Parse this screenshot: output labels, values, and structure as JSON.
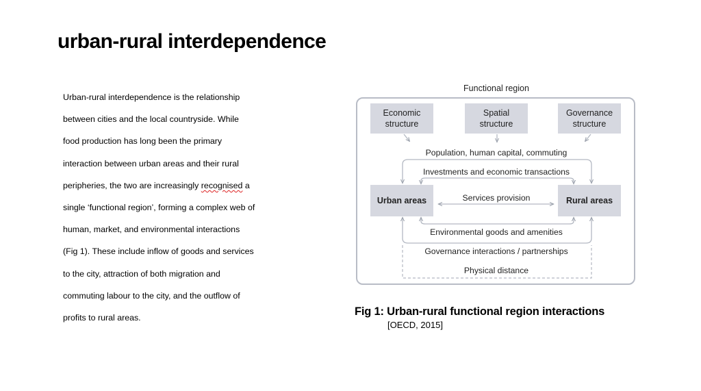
{
  "slide": {
    "title": "urban-rural interdependence",
    "body_lines": [
      "Urban-rural interdependence is the relationship",
      "between cities and the local countryside. While",
      "food production has long been the primary",
      "interaction between urban areas and their rural",
      "peripheries, the two are increasingly ",
      "recognised",
      " a",
      "single ‘functional region’, forming a complex web of",
      "human, market, and environmental interactions",
      "(Fig 1). These include inflow of goods and services",
      "to the city, attraction of both migration and",
      "commuting labour to the city, and the outflow of",
      "profits to rural areas."
    ]
  },
  "diagram": {
    "title": "Functional region",
    "top_boxes": [
      "Economic\nstructure",
      "Spatial\nstructure",
      "Governance\nstructure"
    ],
    "urban": "Urban areas",
    "rural": "Rural areas",
    "flows": {
      "population": "Population, human capital, commuting",
      "investments": "Investments and economic transactions",
      "services": "Services provision",
      "environment": "Environmental goods and amenities",
      "governance": "Governance interactions / partnerships",
      "distance": "Physical distance"
    }
  },
  "figure": {
    "caption": "Fig 1: Urban-rural functional region interactions",
    "source": "[OECD, 2015]"
  }
}
